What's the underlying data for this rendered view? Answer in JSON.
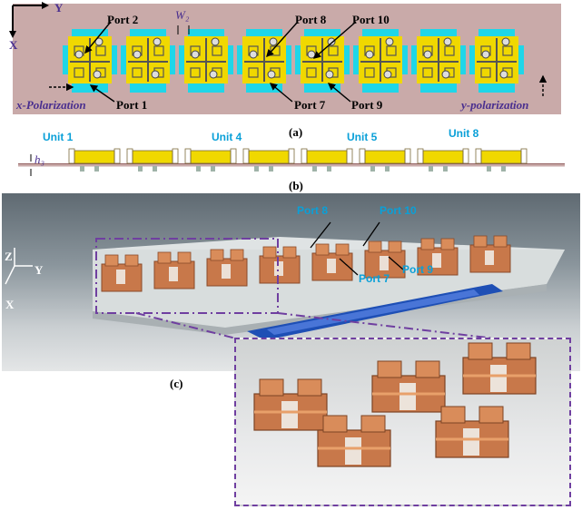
{
  "panel_a": {
    "axis_y": "Y",
    "axis_x": "X",
    "ports": [
      "Port 2",
      "Port 1",
      "Port 8",
      "Port 10",
      "Port 7",
      "Port 9"
    ],
    "w2": "W₂",
    "x_pol": "x-Polarization",
    "y_pol": "y-polarization",
    "caption": "(a)",
    "colors": {
      "background": "#c9aaa9",
      "patch": "#f0d800",
      "feed": "#1fd6e8"
    }
  },
  "panel_b": {
    "units": [
      "Unit 1",
      "Unit 4",
      "Unit 5",
      "Unit 8"
    ],
    "h3": "h₃",
    "caption": "(b)"
  },
  "panel_c": {
    "axis_z": "Z",
    "axis_y": "Y",
    "axis_x": "X",
    "ports": [
      "Port 8",
      "Port 10",
      "Port 7",
      "Port 9"
    ],
    "caption": "(c)",
    "colors": {
      "copper": "#c8784a",
      "pen": "#1e4fb5",
      "frame": "#6f3fa0"
    }
  }
}
